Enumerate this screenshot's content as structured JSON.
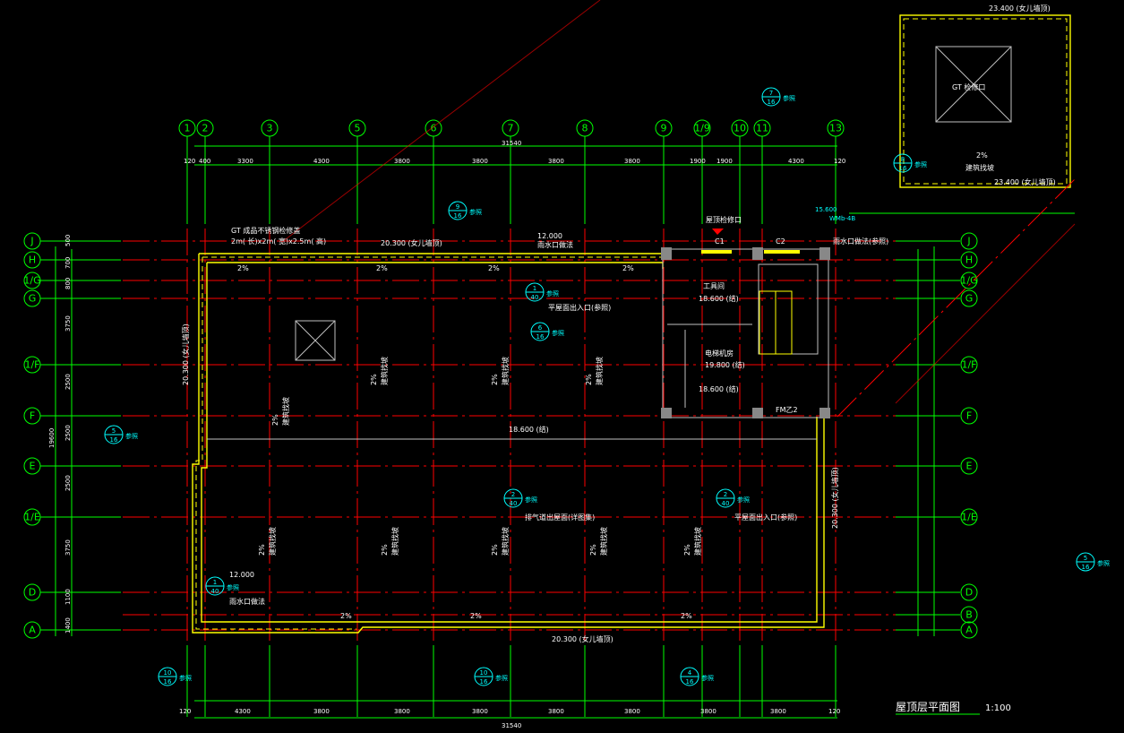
{
  "drawing": {
    "title": "屋顶层平面图",
    "scale": "1:100",
    "column_axes": [
      "1",
      "2",
      "3",
      "5",
      "6",
      "7",
      "8",
      "9",
      "1/9",
      "10",
      "11",
      "13"
    ],
    "row_axes": [
      "J",
      "H",
      "1/G",
      "G",
      "1/F",
      "F",
      "E",
      "1/E",
      "D",
      "B",
      "A"
    ],
    "top_dims_total": "31540",
    "top_dims": [
      "120",
      "400",
      "3300",
      "4300",
      "3800",
      "3800",
      "3800",
      "3800",
      "1900",
      "1900",
      "4300",
      "120"
    ],
    "bottom_dims_total": "31540",
    "bottom_dims": [
      "120",
      "4300",
      "3800",
      "3800",
      "3800",
      "3800",
      "3800",
      "3800",
      "3800",
      "120"
    ],
    "left_dims_total": "19600",
    "left_dims": [
      "500",
      "700",
      "800",
      "3750",
      "2500",
      "2500",
      "2500",
      "3750",
      "1100",
      "1400"
    ],
    "annotations": {
      "parapet_top": "20.300 (女儿墙顶)",
      "parapet_side": "20.300 (女儿墙顶)",
      "parapet_bottom": "20.300 (女儿墙顶)",
      "roof_hatch": "屋顶检修口",
      "hatch_note": "GT 成品不锈钢检修盖",
      "hatch_size": "2m( 长)x2m( 宽)x2.5m( 高)",
      "window_c1": "C1",
      "window_c2": "C2",
      "tool_room": "工具间",
      "tool_room_elev": "18.600 (结)",
      "elevator_room": "电梯机房",
      "elevator_elev": "19.800 (结)",
      "stair_elev": "18.600 (结)",
      "slope": "2%",
      "slope_note": "建筑找坡",
      "roof_elev": "18.600 (结)",
      "exhaust_note": "排气道出屋面(详图集)",
      "drain_note": "雨水口做法",
      "drain_elev": "12.000",
      "overflow_note": "平屋面出入口(参照)",
      "ref_note": "参照",
      "door_fm": "FM乙2",
      "upper_elev": "23.400 (女儿墙顶)",
      "upper_slope": "2%",
      "upper_slope_note": "建筑找坡",
      "upper_hatch": "GT 检修口",
      "upper_elev_15": "15.600",
      "upper_ref": "WMb-4B",
      "upper_drain": "雨水口做法(参照)"
    },
    "detail_bubbles": [
      {
        "top": "9",
        "bottom": "16"
      },
      {
        "top": "1",
        "bottom": "40"
      },
      {
        "top": "2",
        "bottom": "40"
      },
      {
        "top": "6",
        "bottom": "16"
      },
      {
        "top": "5",
        "bottom": "16"
      },
      {
        "top": "1",
        "bottom": "40"
      },
      {
        "top": "2",
        "bottom": "40"
      },
      {
        "top": "10",
        "bottom": "16"
      },
      {
        "top": "10",
        "bottom": "16"
      },
      {
        "top": "4",
        "bottom": "16"
      },
      {
        "top": "7",
        "bottom": "16"
      },
      {
        "top": "8",
        "bottom": "16"
      },
      {
        "top": "5",
        "bottom": "16"
      }
    ]
  }
}
